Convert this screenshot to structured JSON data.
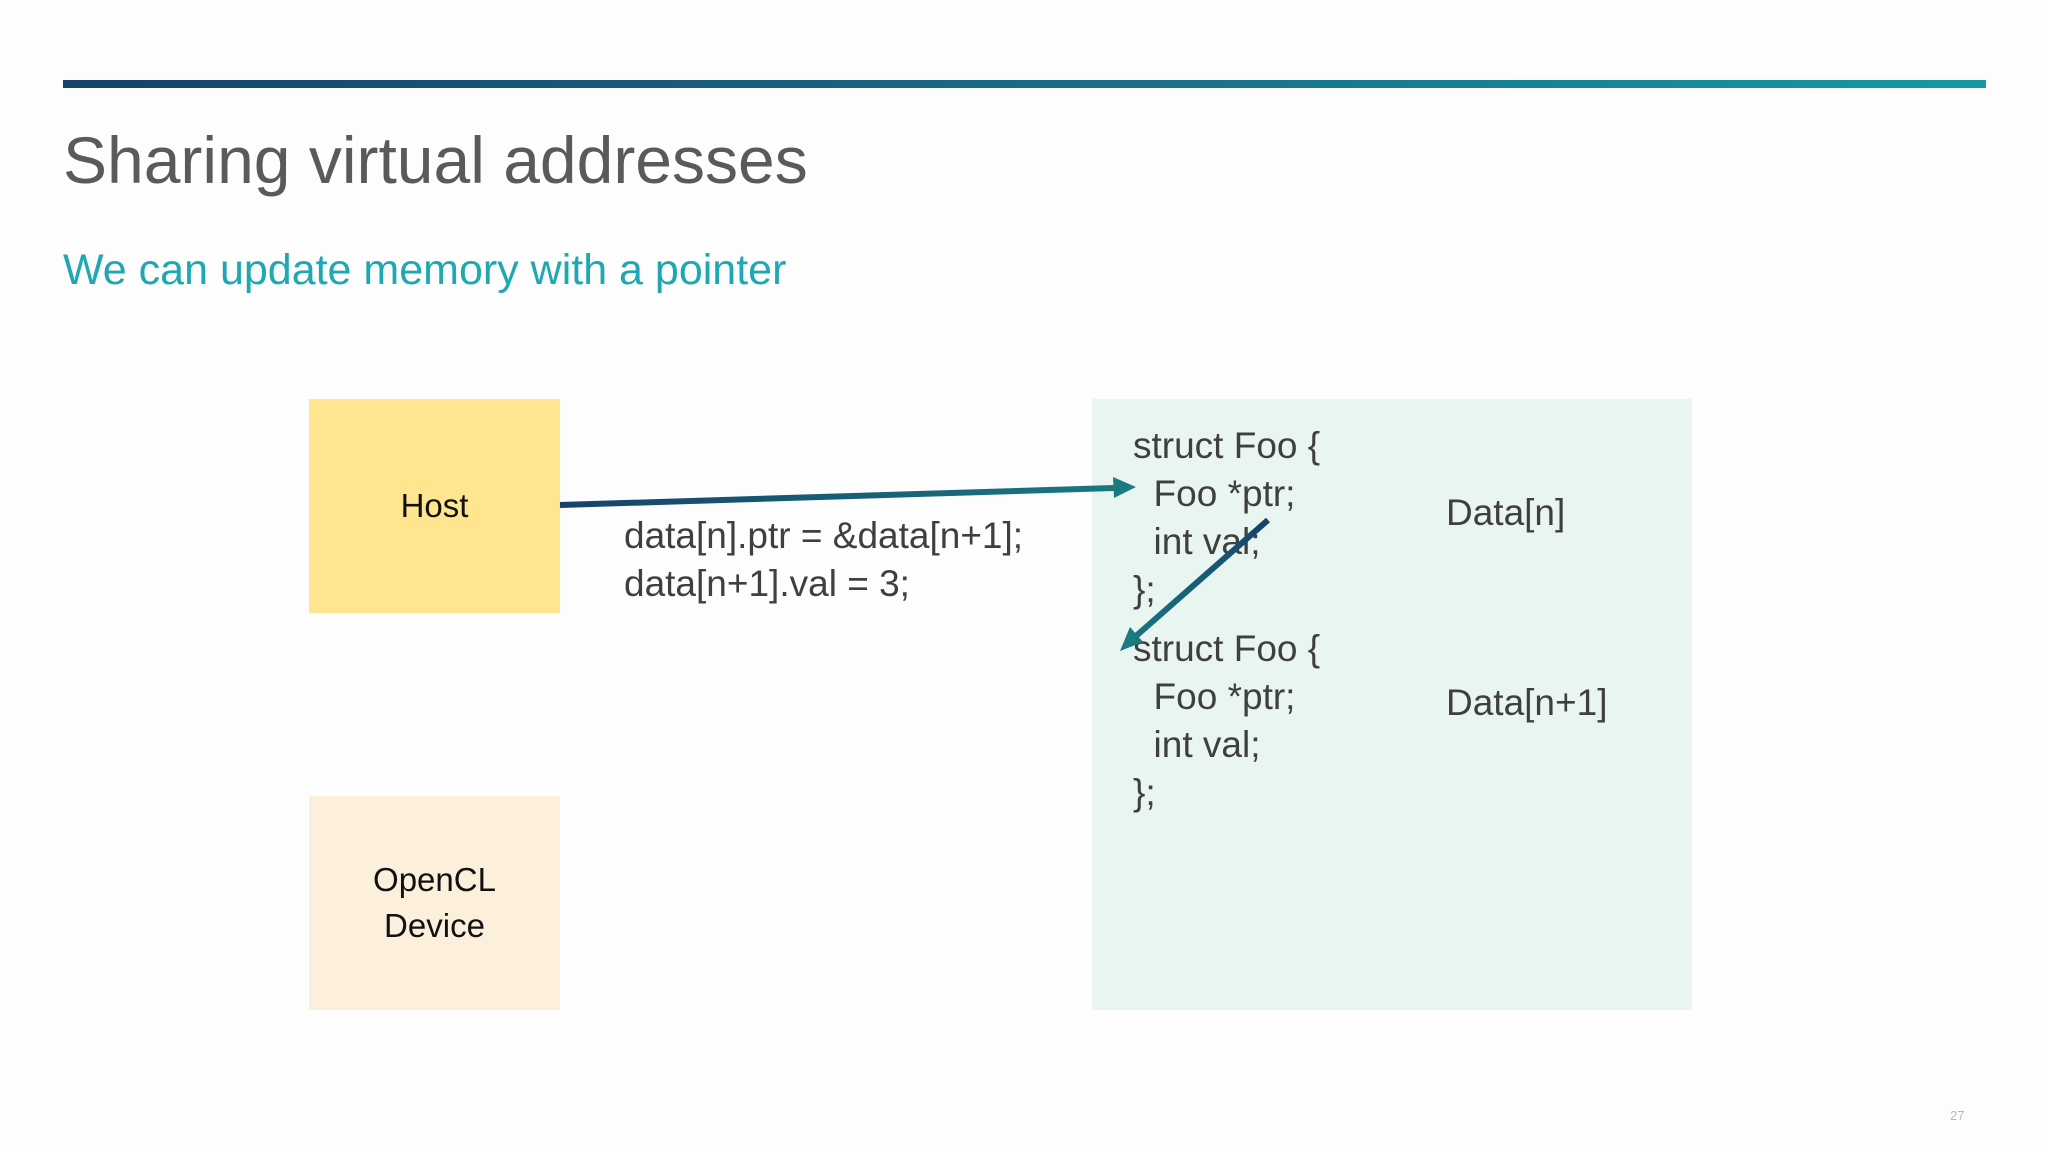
{
  "slide": {
    "title": "Sharing virtual addresses",
    "subtitle": "We can update memory with a pointer",
    "page_number": "27"
  },
  "diagram": {
    "host_label": "Host",
    "device_label": "OpenCL\nDevice",
    "host_code": "data[n].ptr = &data[n+1];\ndata[n+1].val = 3;",
    "struct_a": "struct Foo {\n  Foo *ptr;\n  int val;\n};",
    "struct_b": "struct Foo {\n  Foo *ptr;\n  int val;\n};",
    "data_n_label": "Data[n]",
    "data_n1_label": "Data[n+1]"
  },
  "colors": {
    "host_box": "#ffe58f",
    "device_box": "#fcf0dc",
    "memory_box": "#e8f5f1",
    "accent_teal": "#1fa8b2",
    "arrow_dark_blue": "#17416b",
    "arrow_teal": "#1a7a80"
  }
}
